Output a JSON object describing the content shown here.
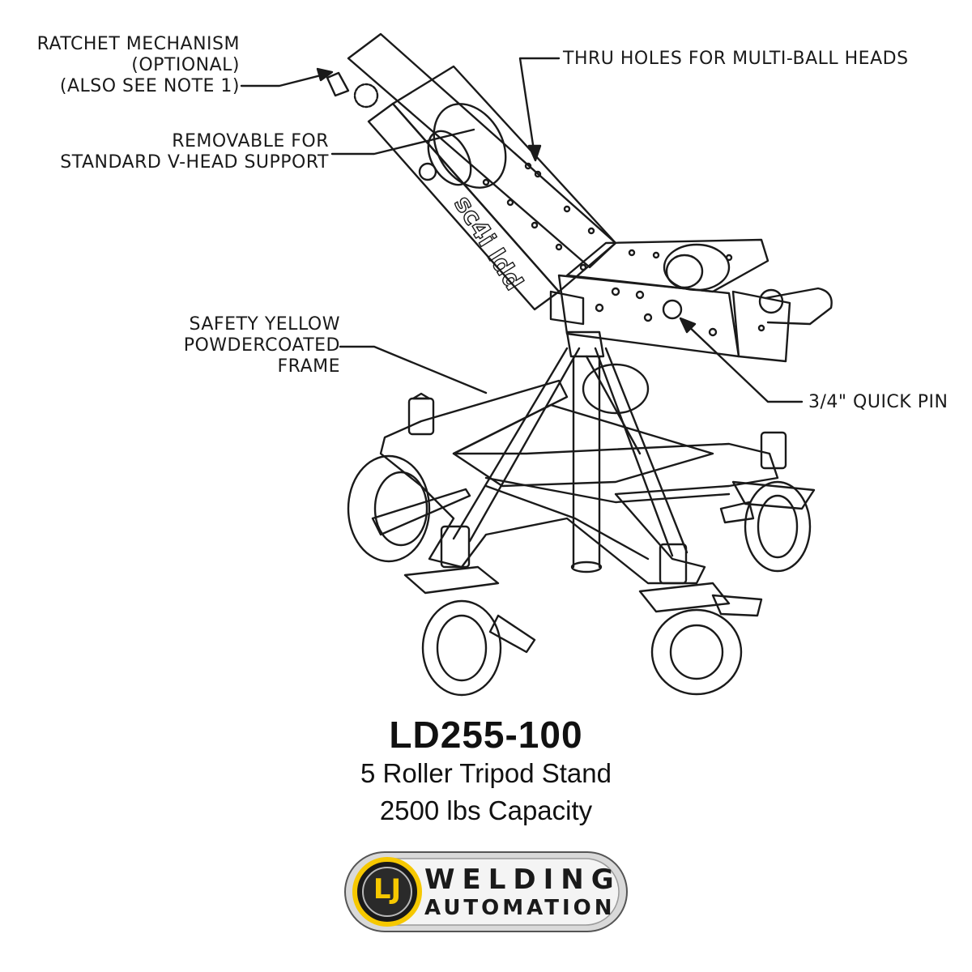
{
  "callouts": {
    "ratchet": [
      "RATCHET MECHANISM",
      "(OPTIONAL)",
      "(ALSO SEE NOTE 1)"
    ],
    "removable": [
      "REMOVABLE FOR",
      "STANDARD V-HEAD SUPPORT"
    ],
    "thru_holes": "THRU HOLES FOR MULTI-BALL HEADS",
    "frame": [
      "SAFETY YELLOW",
      "POWDERCOATED",
      "FRAME"
    ],
    "quick_pin": "3/4\" QUICK PIN"
  },
  "frame_marking": "sc4i ldd",
  "product": {
    "model": "LD255-100",
    "description_line1": "5 Roller Tripod Stand",
    "description_line2": "2500 lbs Capacity"
  },
  "logo": {
    "monogram": "LJ",
    "line1": "WELDING",
    "line2": "AUTOMATION",
    "colors": {
      "ring": "#f6c800",
      "badge": "#b8b8b8",
      "dark": "#1a1a1a"
    }
  }
}
